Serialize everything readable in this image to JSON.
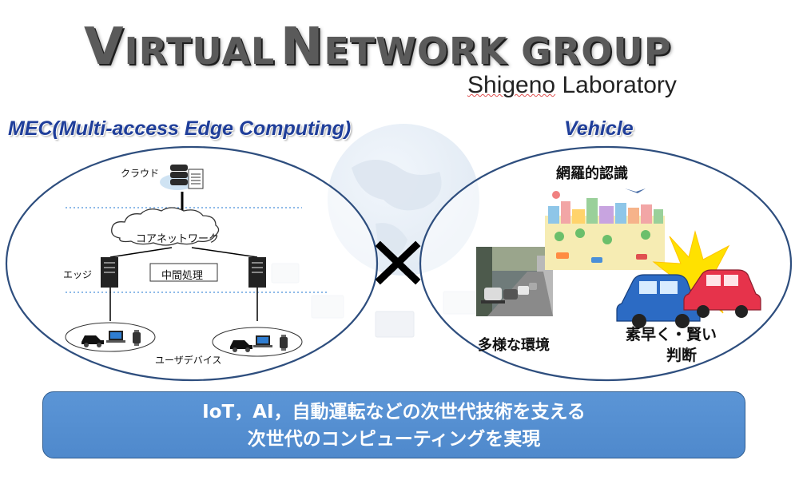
{
  "header": {
    "title_initial_1": "V",
    "title_rest_1": "IRTUAL",
    "title_initial_2": "N",
    "title_rest_2": "ETWORK GROUP",
    "subtitle_prefix": "Shigeno",
    "subtitle_suffix": " Laboratory"
  },
  "mec": {
    "section_title": "MEC(Multi-access Edge Computing)",
    "cloud_label": "クラウド",
    "core_network_label": "コアネットワーク",
    "edge_label": "エッジ",
    "processing_label": "中間処理",
    "user_device_label": "ユーザデバイス"
  },
  "vehicle": {
    "section_title": "Vehicle",
    "recognition_label": "網羅的認識",
    "environment_label": "多様な環境",
    "judgment_line1": "素早く・賢い",
    "judgment_line2": "判断"
  },
  "cross_symbol": "×",
  "banner": {
    "line1": "IoT，AI，自動運転などの次世代技術を支える",
    "line2": "次世代のコンピューティングを実現"
  },
  "colors": {
    "section_title": "#1f3e9a",
    "ellipse_border": "#2e4e7e",
    "banner_fill": "#5b95d6",
    "dotted_line": "#4a90d9"
  }
}
